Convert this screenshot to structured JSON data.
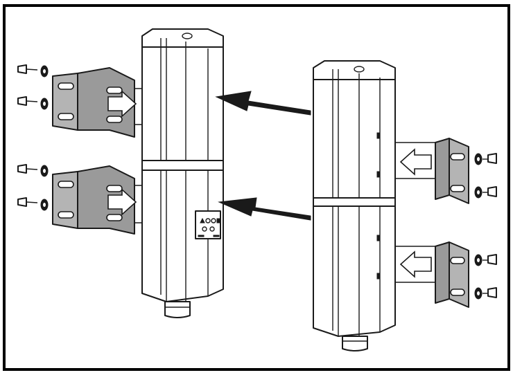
{
  "diagram": {
    "description_labels": {
      "panel_left": "",
      "panel_right": ""
    },
    "colors": {
      "line": "#1a1a1a",
      "bracket_fill": "#b4b4b4",
      "bracket_side": "#9a9a9a",
      "background": "#ffffff",
      "frame": "#000000"
    },
    "icons": [
      "mounting-bracket",
      "screw-with-washer",
      "insertion-arrow",
      "move-arrow",
      "safety-light-curtain-unit"
    ],
    "indicator_labels": [
      "",
      ""
    ]
  }
}
